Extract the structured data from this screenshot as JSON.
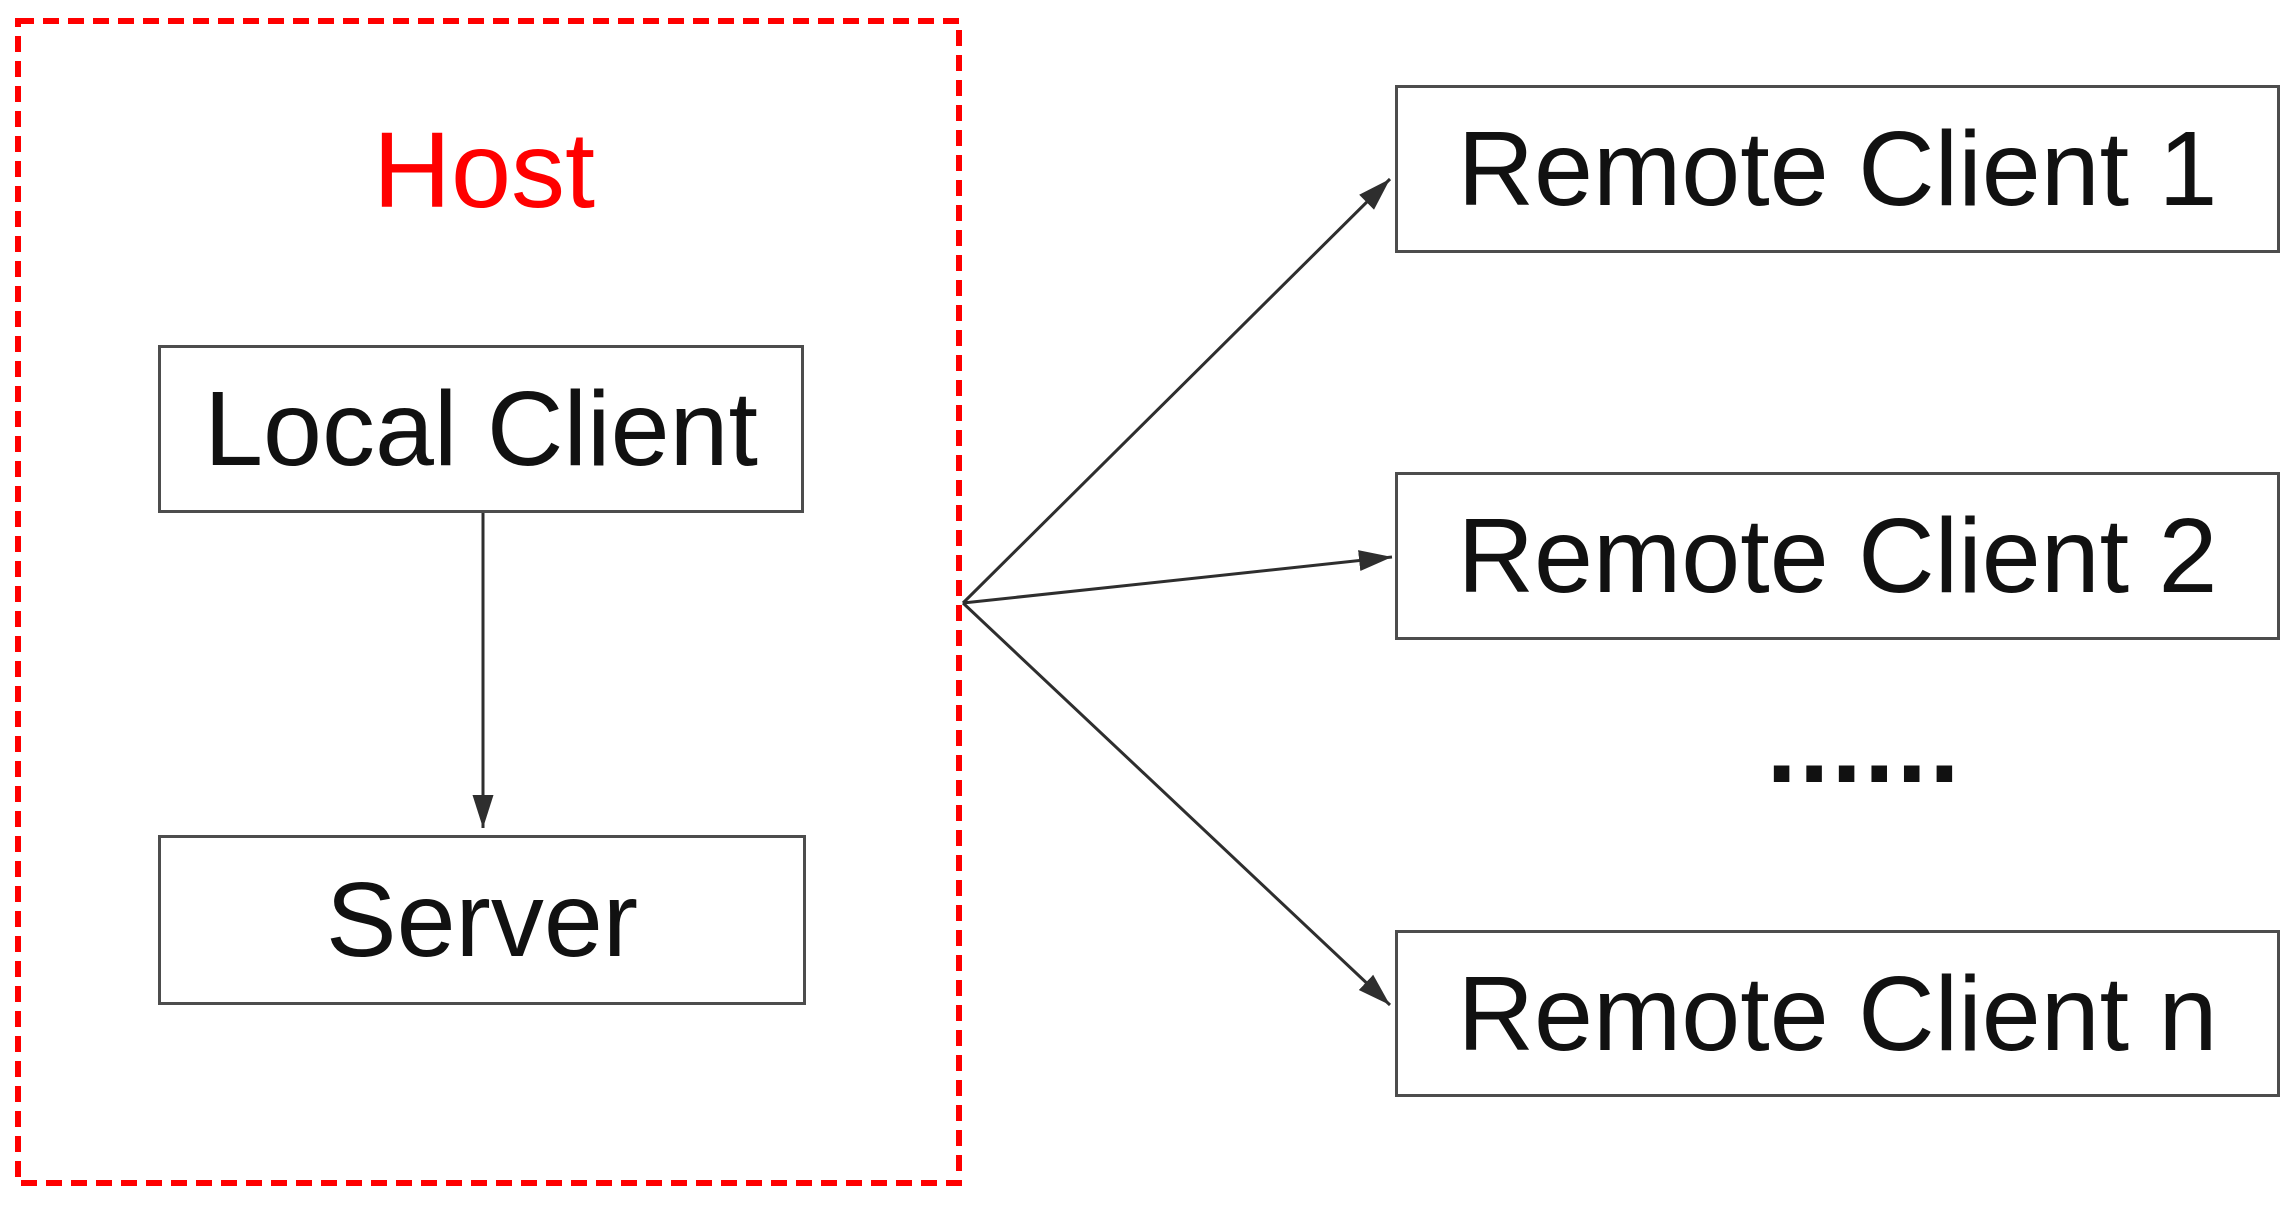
{
  "diagram": {
    "host": {
      "label": "Host",
      "accent_color": "#ff0000"
    },
    "nodes": {
      "local_client": {
        "label": "Local Client"
      },
      "server": {
        "label": "Server"
      },
      "remote_client_1": {
        "label": "Remote Client 1"
      },
      "remote_client_2": {
        "label": "Remote Client 2"
      },
      "ellipsis": {
        "label": "......"
      },
      "remote_client_n": {
        "label": "Remote Client n"
      }
    },
    "edges": [
      {
        "from": "local_client",
        "to": "server",
        "arrow": "end"
      },
      {
        "from": "host_boundary_hub",
        "to": "remote_client_1",
        "arrow": "end"
      },
      {
        "from": "host_boundary_hub",
        "to": "remote_client_2",
        "arrow": "end"
      },
      {
        "from": "host_boundary_hub",
        "to": "remote_client_n",
        "arrow": "end"
      }
    ],
    "colors": {
      "background": "#ffffff",
      "host_border": "#ff0000",
      "box_border": "#4d4d4d",
      "connector": "#2e2e2e",
      "text": "#111111"
    }
  }
}
